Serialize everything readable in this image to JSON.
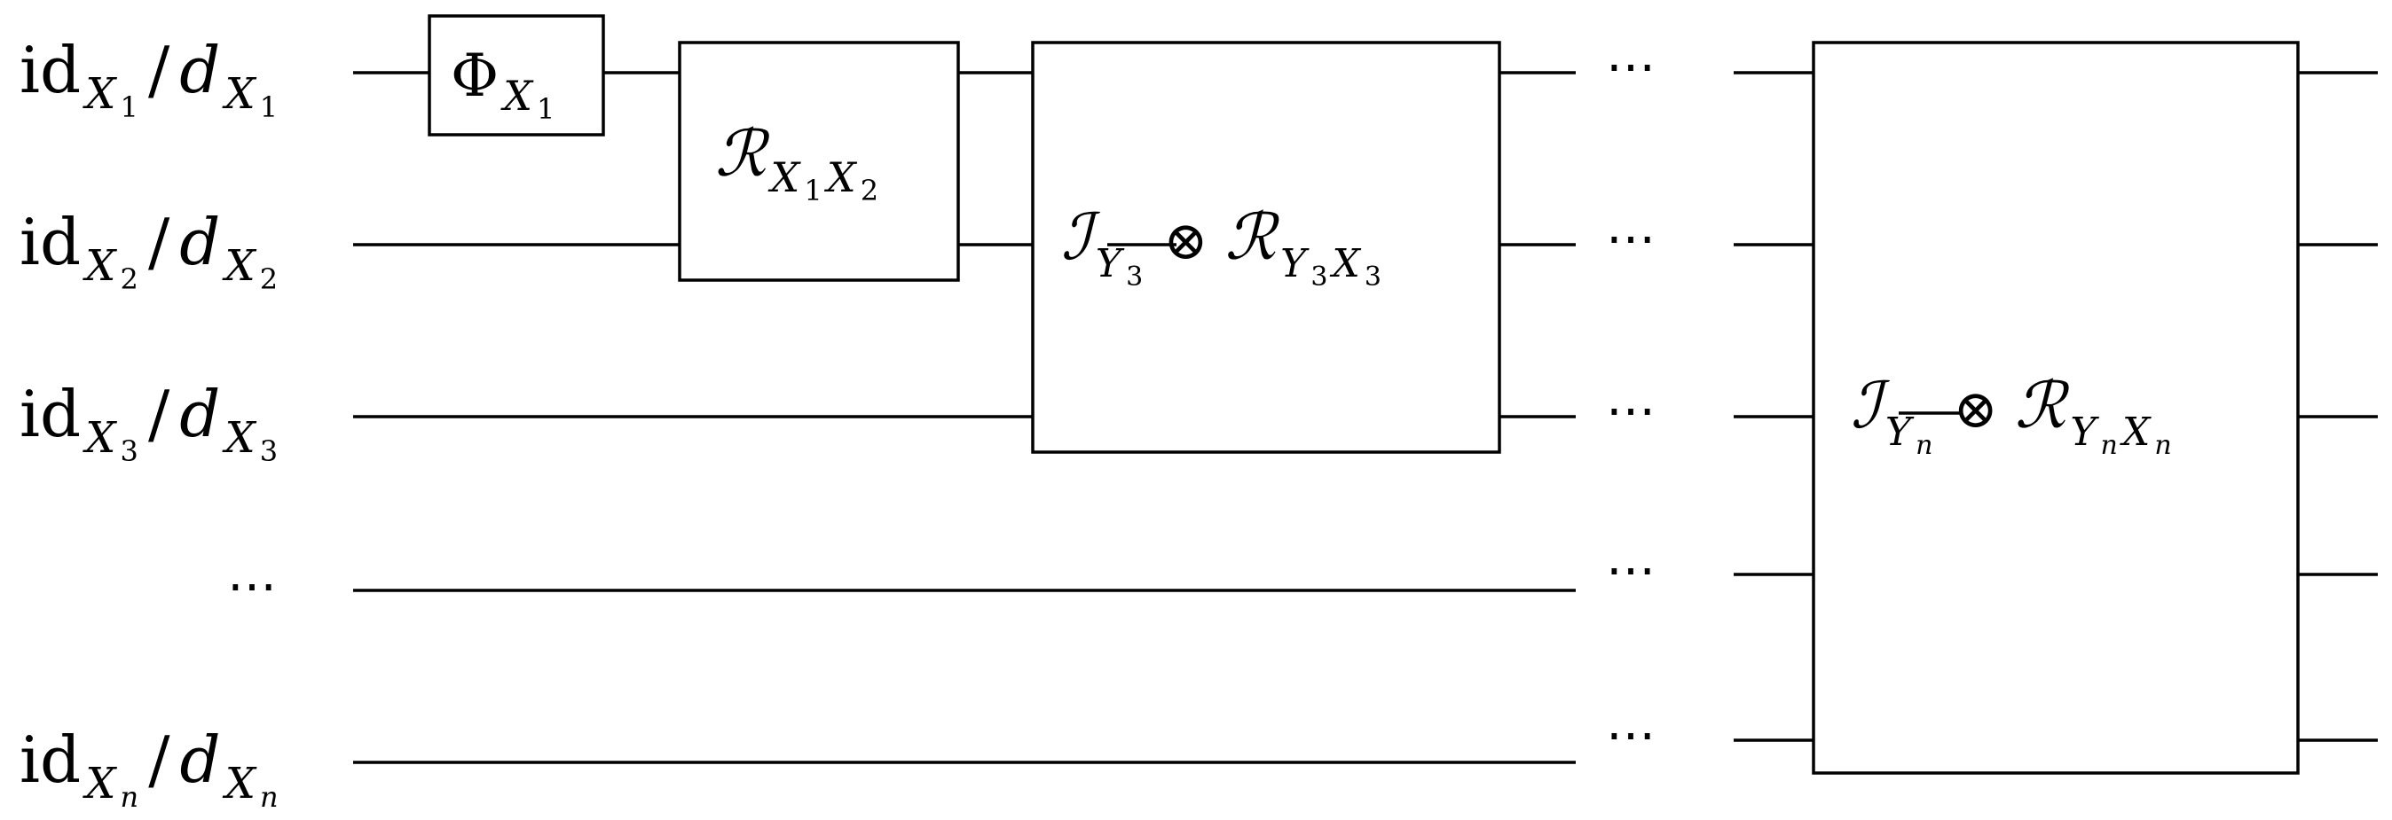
{
  "wires": [
    {
      "label": {
        "main": "id",
        "sub": "X",
        "subsub": "1",
        "sep": "/",
        "main2": "d",
        "sub2": "X",
        "subsub2": "1"
      }
    },
    {
      "label": {
        "main": "id",
        "sub": "X",
        "subsub": "2",
        "sep": "/",
        "main2": "d",
        "sub2": "X",
        "subsub2": "2"
      }
    },
    {
      "label": {
        "main": "id",
        "sub": "X",
        "subsub": "3",
        "sep": "/",
        "main2": "d",
        "sub2": "X",
        "subsub2": "3"
      }
    },
    {
      "label": {
        "ellipsis": "⋯"
      }
    },
    {
      "label": {
        "main": "id",
        "sub": "X",
        "subsub": "n",
        "sep": "/",
        "main2": "d",
        "sub2": "X",
        "subsub2": "n"
      }
    }
  ],
  "gates": {
    "phi": {
      "symbol": "Φ",
      "sub": "X",
      "subsub": "1"
    },
    "r12": {
      "symbol": "ℛ",
      "sub": "X",
      "subsub": "1",
      "sub_b": "X",
      "subsub_b": "2"
    },
    "ir3": {
      "i_symbol": "ℐ",
      "i_sub": "Y",
      "i_subsub": "3",
      "otimes": "⊗",
      "r_symbol": "ℛ",
      "r_sub": "Y",
      "r_subsub": "3",
      "r_sub_b": "X",
      "r_subsub_b": "3"
    },
    "irn": {
      "i_symbol": "ℐ",
      "i_sub": "Y",
      "i_subsub": "n",
      "otimes": "⊗",
      "r_symbol": "ℛ",
      "r_sub": "Y",
      "r_subsub": "n",
      "r_sub_b": "X",
      "r_subsub_b": "n"
    }
  },
  "ellipsis": "⋯"
}
